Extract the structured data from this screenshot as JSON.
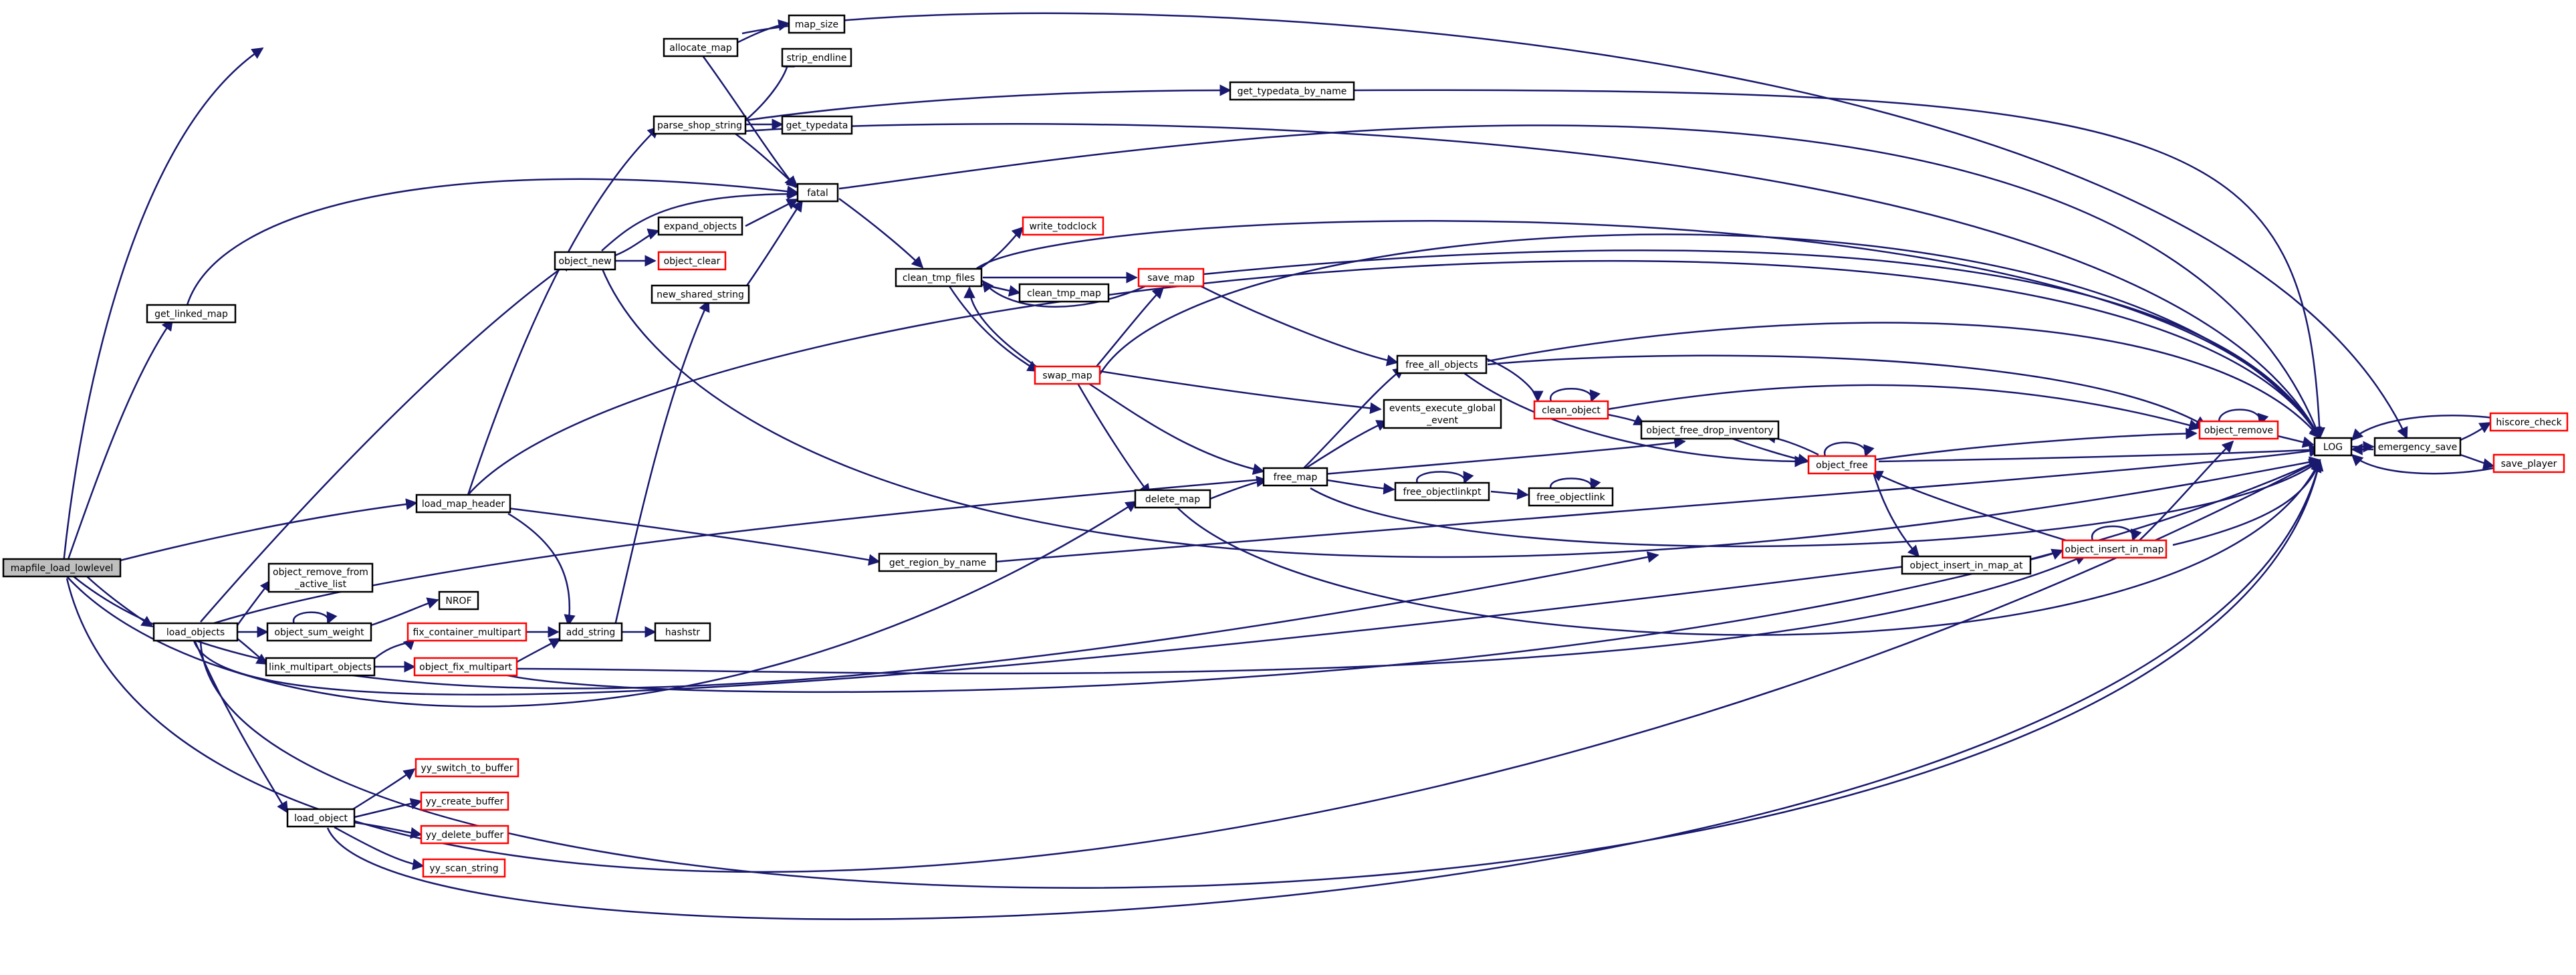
{
  "colors": {
    "edge": "#191970",
    "node_border": "#000000",
    "node_border_incomplete": "#ff0000",
    "root_fill": "#bfbfbf",
    "node_fill": "#ffffff"
  },
  "nodes": {
    "mapfile_load_lowlevel": "mapfile_load_lowlevel",
    "allocate_map": "allocate_map",
    "map_size": "map_size",
    "strip_endline": "strip_endline",
    "parse_shop_string": "parse_shop_string",
    "get_typedata": "get_typedata",
    "get_typedata_by_name": "get_typedata_by_name",
    "fatal": "fatal",
    "expand_objects": "expand_objects",
    "object_new": "object_new",
    "object_clear": "object_clear",
    "new_shared_string": "new_shared_string",
    "get_linked_map": "get_linked_map",
    "write_todclock": "write_todclock",
    "clean_tmp_files": "clean_tmp_files",
    "save_map": "save_map",
    "clean_tmp_map": "clean_tmp_map",
    "swap_map": "swap_map",
    "free_all_objects": "free_all_objects",
    "clean_object": "clean_object",
    "events_execute_global_event_1": "events_execute_global",
    "events_execute_global_event_2": "_event",
    "object_free_drop_inventory": "object_free_drop_inventory",
    "object_remove": "object_remove",
    "free_map": "free_map",
    "free_objectlinkpt": "free_objectlinkpt",
    "free_objectlink": "free_objectlink",
    "object_free": "object_free",
    "LOG": "LOG",
    "emergency_save": "emergency_save",
    "hiscore_check": "hiscore_check",
    "save_player": "save_player",
    "load_map_header": "load_map_header",
    "delete_map": "delete_map",
    "get_region_by_name": "get_region_by_name",
    "object_insert_in_map_at": "object_insert_in_map_at",
    "object_insert_in_map": "object_insert_in_map",
    "object_remove_from_active_list_1": "object_remove_from",
    "object_remove_from_active_list_2": "_active_list",
    "NROF": "NROF",
    "load_objects": "load_objects",
    "object_sum_weight": "object_sum_weight",
    "fix_container_multipart": "fix_container_multipart",
    "add_string": "add_string",
    "hashstr": "hashstr",
    "link_multipart_objects": "link_multipart_objects",
    "object_fix_multipart": "object_fix_multipart",
    "yy_switch_to_buffer": "yy_switch_to_buffer",
    "load_object": "load_object",
    "yy_create_buffer": "yy_create_buffer",
    "yy_delete_buffer": "yy_delete_buffer",
    "yy_scan_string": "yy_scan_string"
  }
}
